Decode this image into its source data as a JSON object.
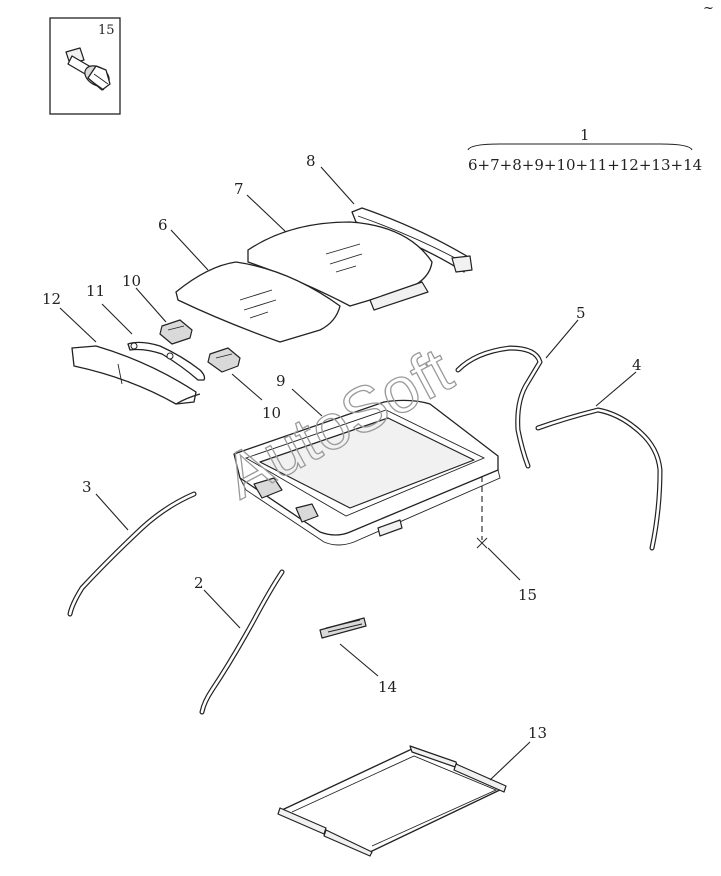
{
  "watermark": "AutoSoft",
  "corner_mark": "~",
  "inset": {
    "label": "15",
    "icon": "bolt-icon"
  },
  "assembly": {
    "label": "1",
    "composition": "6+7+8+9+10+11+12+13+14"
  },
  "callouts": {
    "c2": "2",
    "c3": "3",
    "c4": "4",
    "c5": "5",
    "c6": "6",
    "c7": "7",
    "c8": "8",
    "c9": "9",
    "c10a": "10",
    "c10b": "10",
    "c11": "11",
    "c12": "12",
    "c13": "13",
    "c14": "14",
    "c15": "15"
  }
}
